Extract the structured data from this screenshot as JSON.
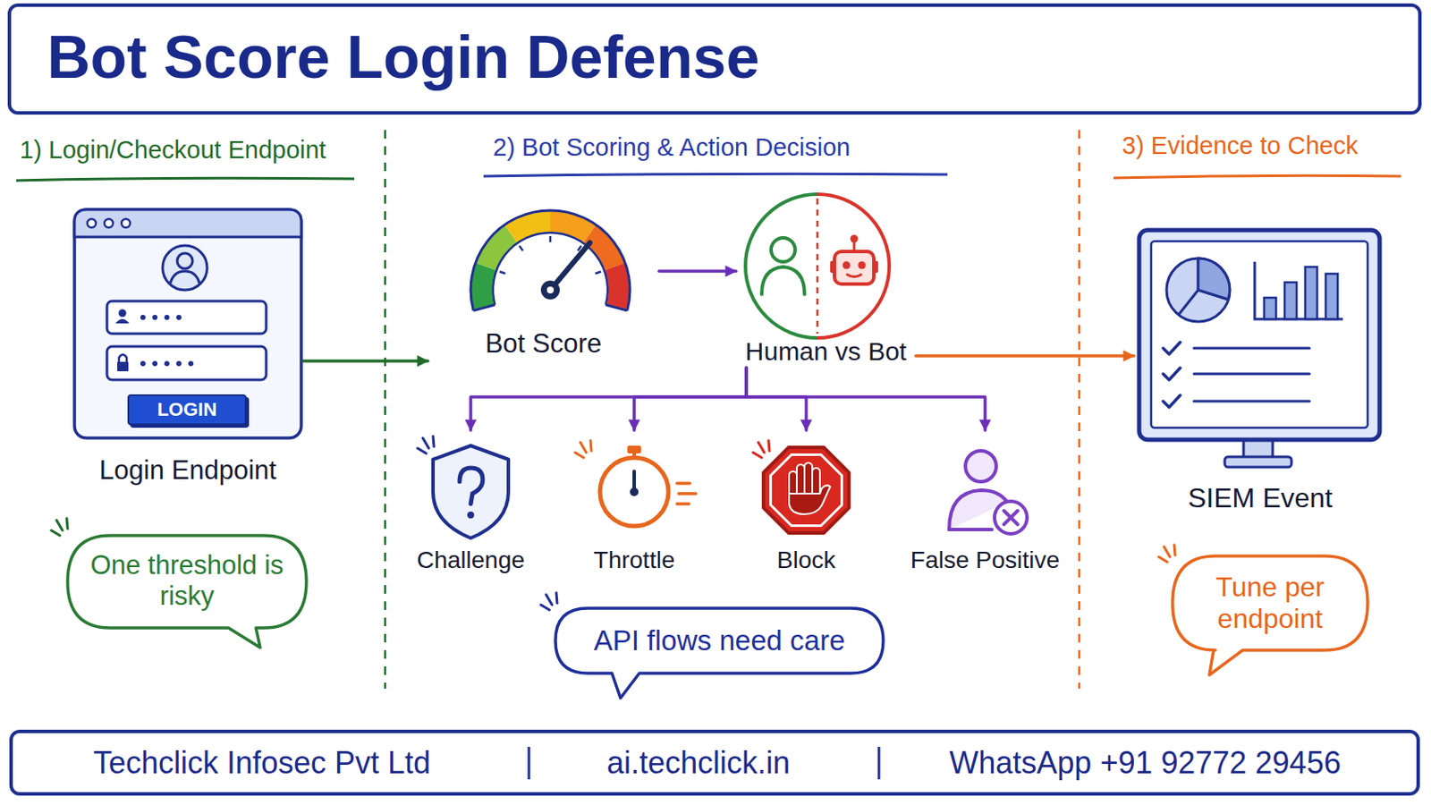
{
  "diagram": {
    "title": "Bot Score Login Defense",
    "nodes": [
      {
        "text": [
          "Login Endpoint"
        ]
      },
      {
        "text": [
          "LOGIN"
        ],
        "in": 0
      },
      {
        "text": [
          "One threshold is risky"
        ]
      },
      {
        "text": [
          "Bot Score"
        ]
      },
      {
        "text": [
          "Human vs Bot"
        ]
      },
      {
        "text": [
          "Challenge"
        ]
      },
      {
        "text": [
          "Throttle"
        ]
      },
      {
        "text": [
          "Block"
        ]
      },
      {
        "text": [
          "False Positive"
        ]
      },
      {
        "text": [
          "API flows need care"
        ]
      },
      {
        "text": [
          "SIEM Event"
        ]
      },
      {
        "text": [
          "Tune per endpoint"
        ]
      },
      {
        "text": [
          "Techclick Infosec Pvt Ltd",
          "ai.techclick.in",
          "WhatsApp +91 92772 29456"
        ]
      }
    ],
    "edges": [
      {
        "from": 0,
        "to": 3,
        "arrow": "to"
      },
      {
        "from": 3,
        "to": 4,
        "arrow": "to"
      },
      {
        "from": 4,
        "to": 5,
        "arrow": "to"
      },
      {
        "from": 4,
        "to": 6,
        "arrow": "to"
      },
      {
        "from": 4,
        "to": 7,
        "arrow": "to"
      },
      {
        "from": 4,
        "to": 8,
        "arrow": "to"
      },
      {
        "from": 4,
        "to": 10,
        "arrow": "to"
      }
    ],
    "labels": [
      "1) Login/Checkout Endpoint",
      "2) Bot Scoring & Action Decision",
      "3) Evidence to Check"
    ]
  }
}
